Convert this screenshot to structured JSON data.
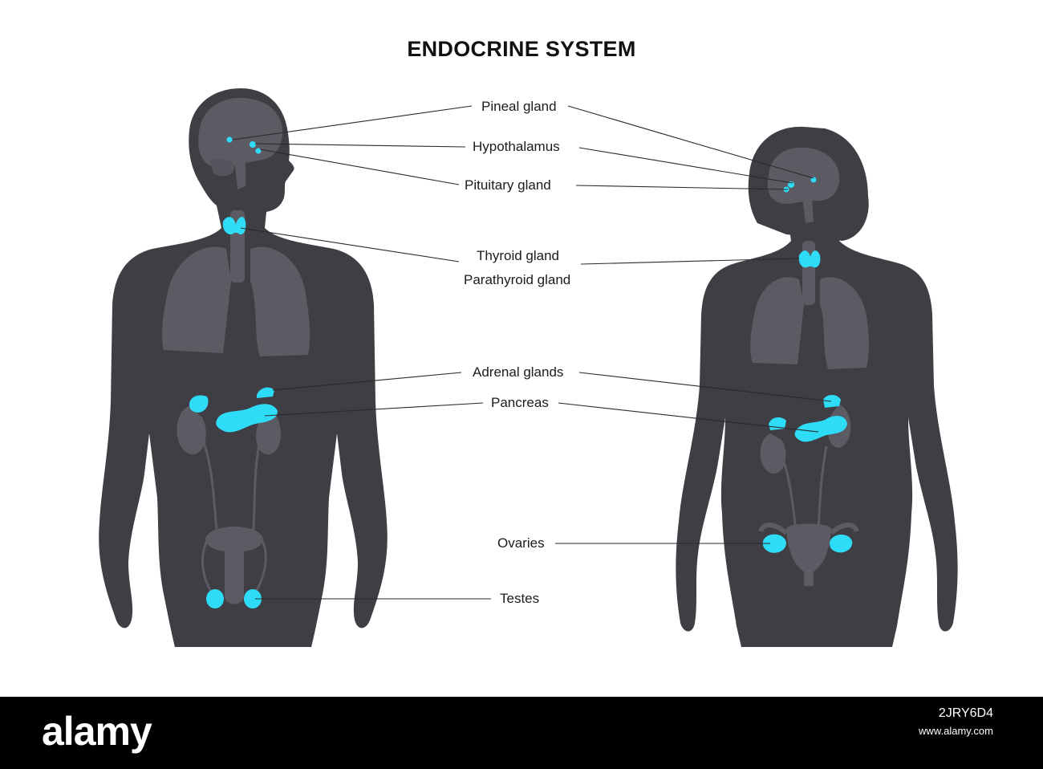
{
  "title": "ENDOCRINE SYSTEM",
  "labels": {
    "pineal": "Pineal gland",
    "hypothalamus": "Hypothalamus",
    "pituitary": "Pituitary gland",
    "thyroid": "Thyroid gland",
    "parathyroid": "Parathyroid gland",
    "adrenal": "Adrenal glands",
    "pancreas": "Pancreas",
    "ovaries": "Ovaries",
    "testes": "Testes"
  },
  "figures": [
    "male",
    "female"
  ],
  "colors": {
    "silhouette": "#3f3e45",
    "organ": "#5c5b63",
    "organ_dark": "#4e4d55",
    "gland": "#2fdcf8",
    "leader_line": "#2a2a2a"
  },
  "footer": {
    "brand": "alamy",
    "image_id": "2JRY6D4",
    "url": "www.alamy.com"
  }
}
